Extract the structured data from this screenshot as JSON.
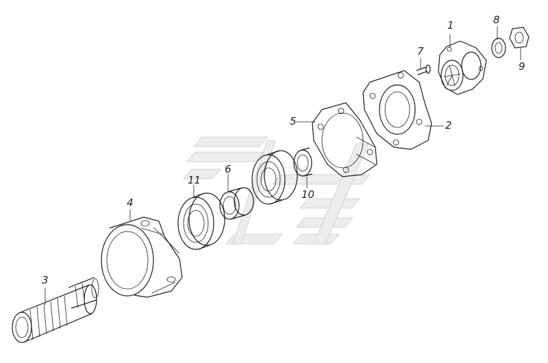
{
  "callouts": [
    {
      "id": "1",
      "text": "1"
    },
    {
      "id": "2",
      "text": "2"
    },
    {
      "id": "3",
      "text": "3"
    },
    {
      "id": "4",
      "text": "4"
    },
    {
      "id": "5",
      "text": "5"
    },
    {
      "id": "6",
      "text": "6"
    },
    {
      "id": "7",
      "text": "7"
    },
    {
      "id": "8",
      "text": "8"
    },
    {
      "id": "9",
      "text": "9"
    },
    {
      "id": "10",
      "text": "10"
    },
    {
      "id": "11",
      "text": "11"
    }
  ],
  "colors": {
    "line": "#1a1a1a",
    "watermark": "#ececec",
    "background": "#ffffff"
  },
  "watermark": "logo-watermark"
}
